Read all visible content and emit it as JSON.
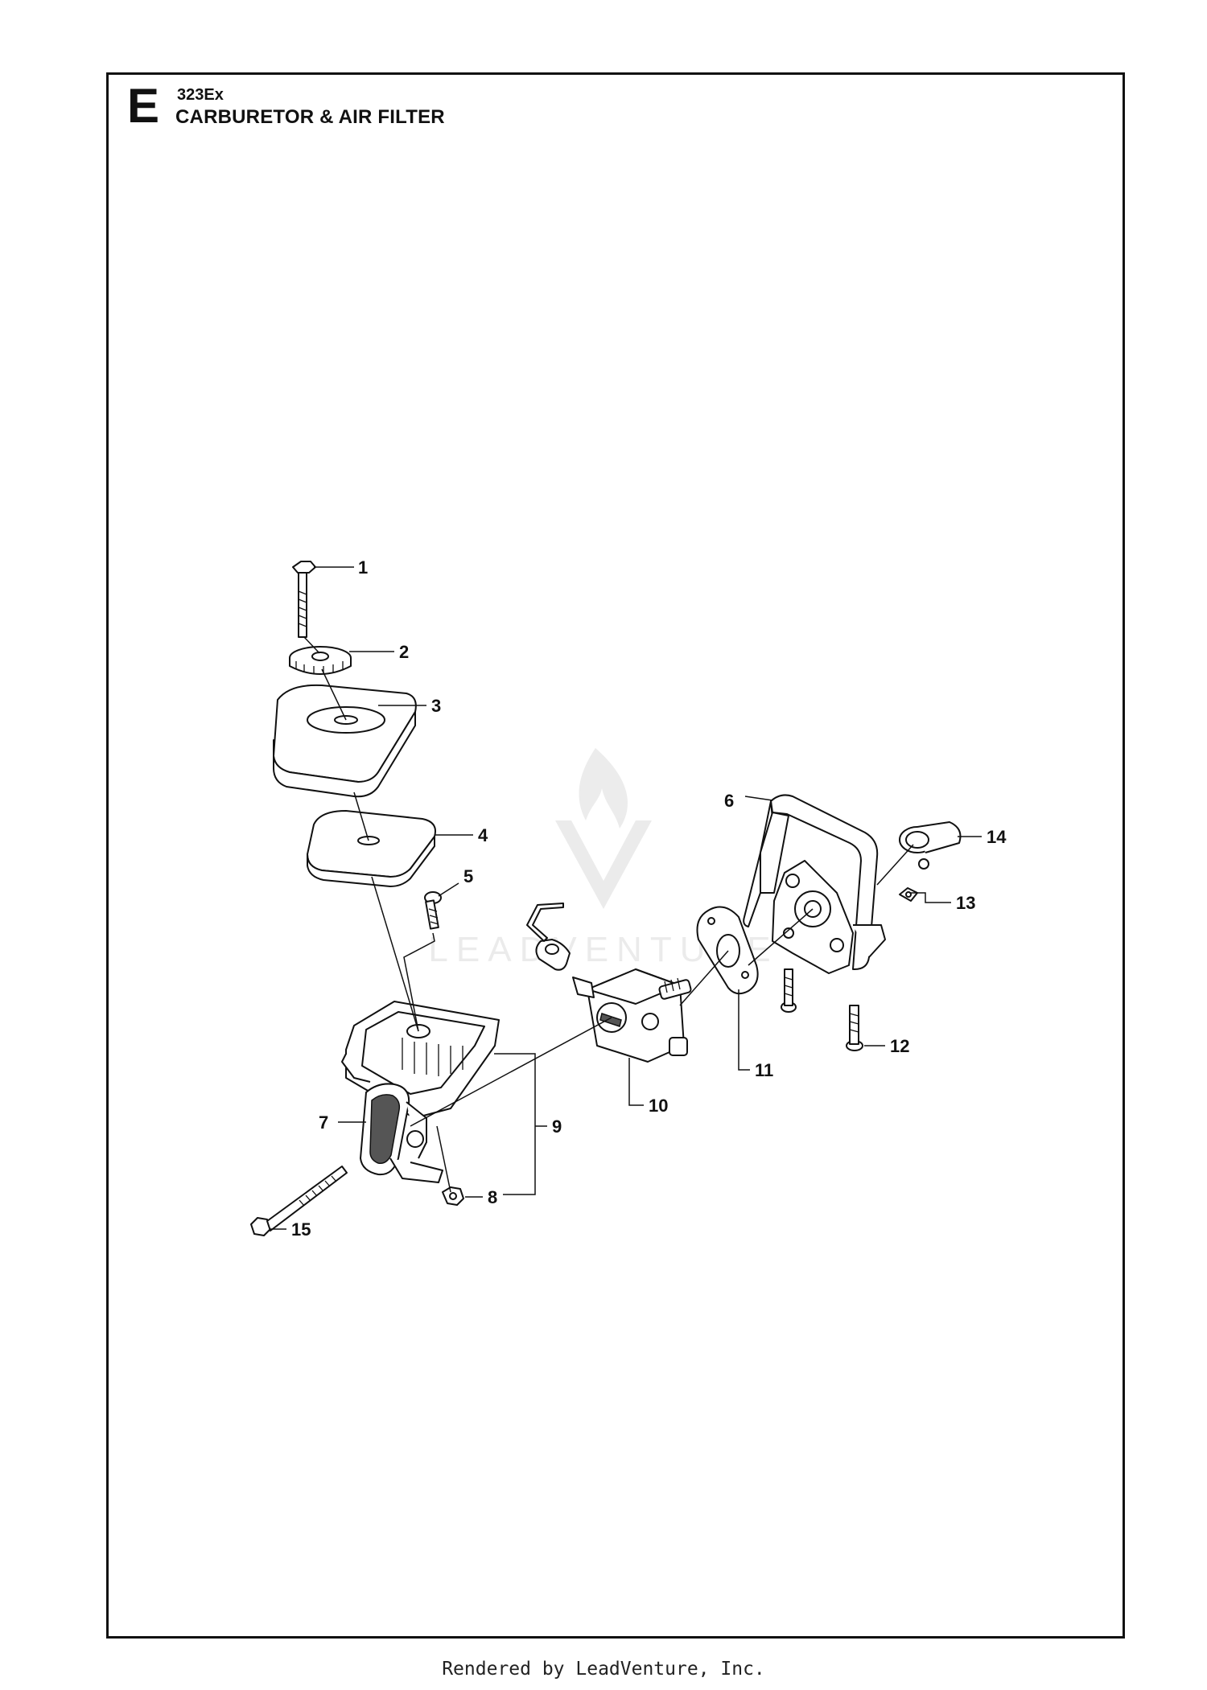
{
  "header": {
    "section_letter": "E",
    "model": "323Ex",
    "title": "CARBURETOR & AIR FILTER"
  },
  "watermark": {
    "text": "LEADVENTURE"
  },
  "footer": {
    "text": "Rendered by LeadVenture, Inc."
  },
  "callouts": [
    {
      "id": "1",
      "label": "1"
    },
    {
      "id": "2",
      "label": "2"
    },
    {
      "id": "3",
      "label": "3"
    },
    {
      "id": "4",
      "label": "4"
    },
    {
      "id": "5",
      "label": "5"
    },
    {
      "id": "6",
      "label": "6"
    },
    {
      "id": "7",
      "label": "7"
    },
    {
      "id": "8",
      "label": "8"
    },
    {
      "id": "9",
      "label": "9"
    },
    {
      "id": "10",
      "label": "10"
    },
    {
      "id": "11",
      "label": "11"
    },
    {
      "id": "12",
      "label": "12"
    },
    {
      "id": "13",
      "label": "13"
    },
    {
      "id": "14",
      "label": "14"
    },
    {
      "id": "15",
      "label": "15"
    }
  ]
}
